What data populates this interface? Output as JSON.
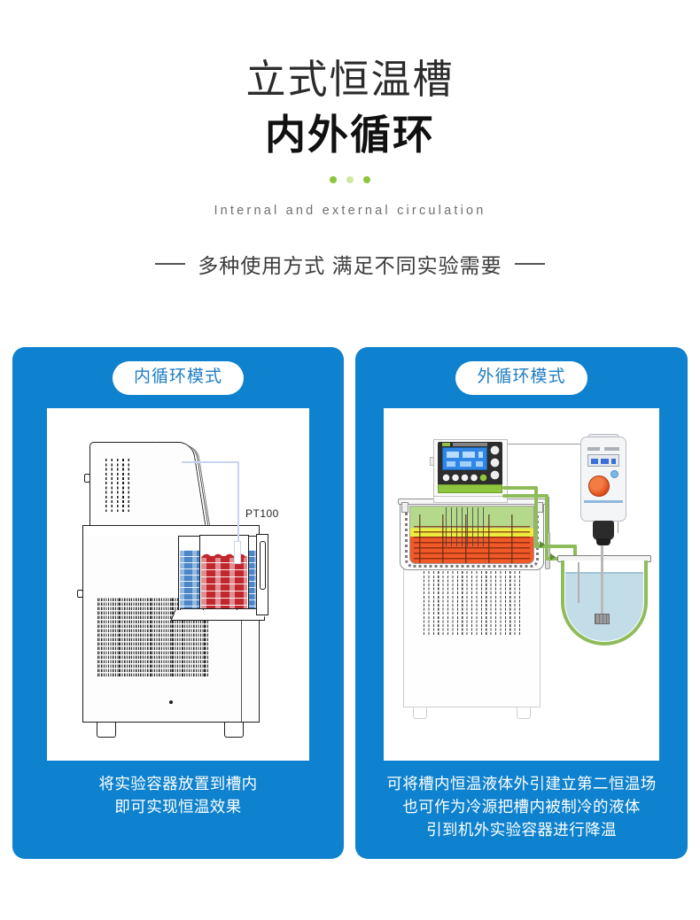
{
  "header": {
    "title_line1": "立式恒温槽",
    "title_line2": "内外循环",
    "subtitle_en": "Internal and external circulation",
    "subtitle_cn": "多种使用方式 满足不同实验需要",
    "accent_green": "#8cc63f",
    "accent_green_light": "#cfe9a1",
    "title_color": "#2b2b2b"
  },
  "cards": {
    "brand_blue": "#0e82ce",
    "badge_text_color": "#1f7ec4",
    "left": {
      "badge": "内循环模式",
      "figure_labels": {
        "probe": "PT100"
      },
      "caption_lines": [
        "将实验容器放置到槽内",
        "即可实现恒温效果"
      ]
    },
    "right": {
      "badge": "外循环模式",
      "caption_lines": [
        "可将槽内恒温液体外引建立第二恒温场",
        "也可作为冷源把槽内被制冷的液体",
        "引到机外实验容器进行降温"
      ]
    }
  }
}
